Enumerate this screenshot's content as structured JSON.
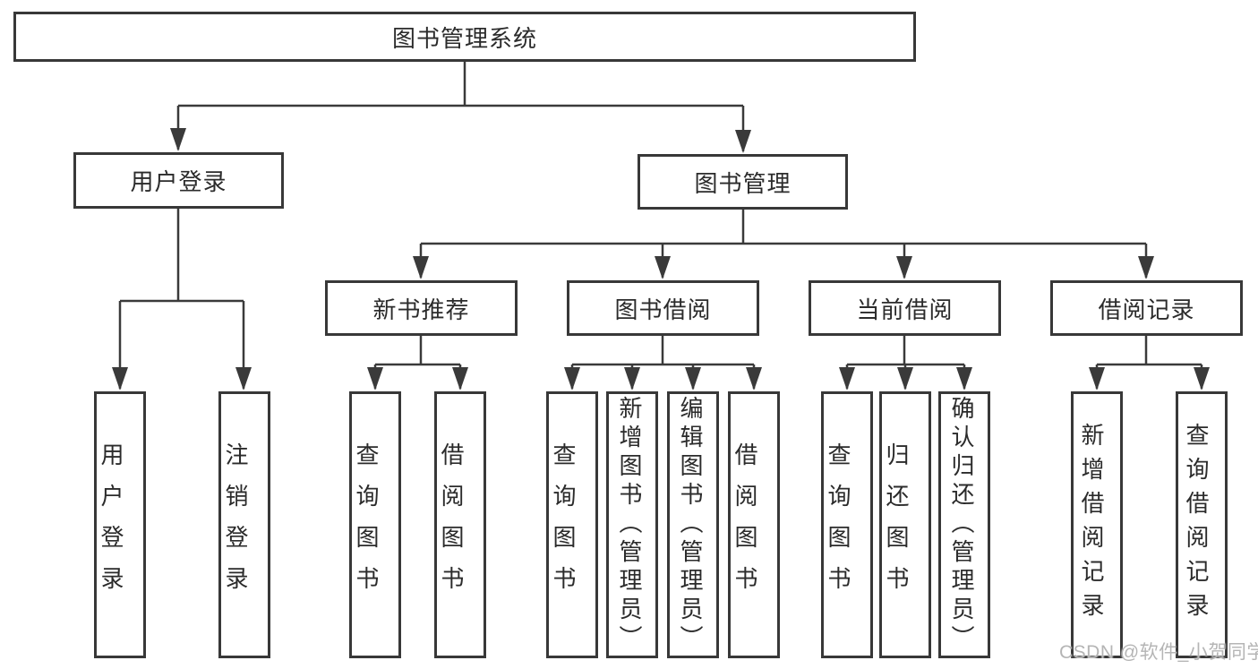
{
  "diagram_type": "hierarchy-tree",
  "tree": {
    "label": "图书管理系统",
    "children": [
      {
        "label": "用户登录",
        "children": [
          {
            "label": "用户登录"
          },
          {
            "label": "注销登录"
          }
        ]
      },
      {
        "label": "图书管理",
        "children": [
          {
            "label": "新书推荐",
            "children": [
              {
                "label": "查询图书"
              },
              {
                "label": "借阅图书"
              }
            ]
          },
          {
            "label": "图书借阅",
            "children": [
              {
                "label": "查询图书"
              },
              {
                "label": "新增图书（管理员）"
              },
              {
                "label": "编辑图书（管理员）"
              },
              {
                "label": "借阅图书"
              }
            ]
          },
          {
            "label": "当前借阅",
            "children": [
              {
                "label": "查询图书"
              },
              {
                "label": "归还图书"
              },
              {
                "label": "确认归还（管理员）"
              }
            ]
          },
          {
            "label": "借阅记录",
            "children": [
              {
                "label": "新增借阅记录"
              },
              {
                "label": "查询借阅记录"
              }
            ]
          }
        ]
      }
    ]
  },
  "watermark": {
    "text": "CSDN @软件_小贺同学"
  },
  "colors": {
    "background": "#ffffff",
    "box_border": "#383838",
    "connector_line": "#3a3a3a",
    "text": "#2b2b2b",
    "watermark_text": "#b5b5b5"
  }
}
